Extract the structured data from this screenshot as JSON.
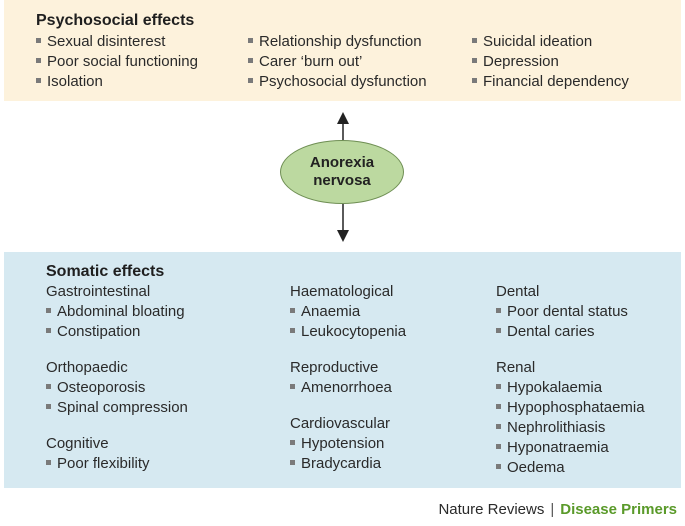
{
  "psychosocial": {
    "title": "Psychosocial effects",
    "columns": [
      [
        "Sexual disinterest",
        "Poor social functioning",
        "Isolation"
      ],
      [
        "Relationship dysfunction",
        "Carer ‘burn out’",
        "Psychosocial dysfunction"
      ],
      [
        "Suicidal ideation",
        "Depression",
        "Financial dependency"
      ]
    ]
  },
  "center": {
    "line1": "Anorexia",
    "line2": "nervosa"
  },
  "somatic": {
    "title": "Somatic effects",
    "columns": [
      [
        {
          "title": "Gastrointestinal",
          "items": [
            "Abdominal bloating",
            "Constipation"
          ]
        },
        {
          "title": "Orthopaedic",
          "items": [
            "Osteoporosis",
            "Spinal compression"
          ]
        },
        {
          "title": "Cognitive",
          "items": [
            "Poor flexibility"
          ]
        }
      ],
      [
        {
          "title": "Haematological",
          "items": [
            "Anaemia",
            "Leukocytopenia"
          ]
        },
        {
          "title": "Reproductive",
          "items": [
            "Amenorrhoea"
          ]
        },
        {
          "title": "Cardiovascular",
          "items": [
            "Hypotension",
            "Bradycardia"
          ]
        }
      ],
      [
        {
          "title": "Dental",
          "items": [
            "Poor dental status",
            "Dental caries"
          ]
        },
        {
          "title": "Renal",
          "items": [
            "Hypokalaemia",
            "Hypophosphataemia",
            "Nephrolithiasis",
            "Hyponatraemia",
            "Oedema"
          ]
        }
      ]
    ]
  },
  "footer": {
    "brand": "Nature Reviews",
    "separator": "|",
    "series": "Disease Primers"
  },
  "colors": {
    "top_panel": "#fdf2dc",
    "bottom_panel": "#d6e9f1",
    "ellipse": "#bcd9a0",
    "series_text": "#5a9a2a"
  }
}
